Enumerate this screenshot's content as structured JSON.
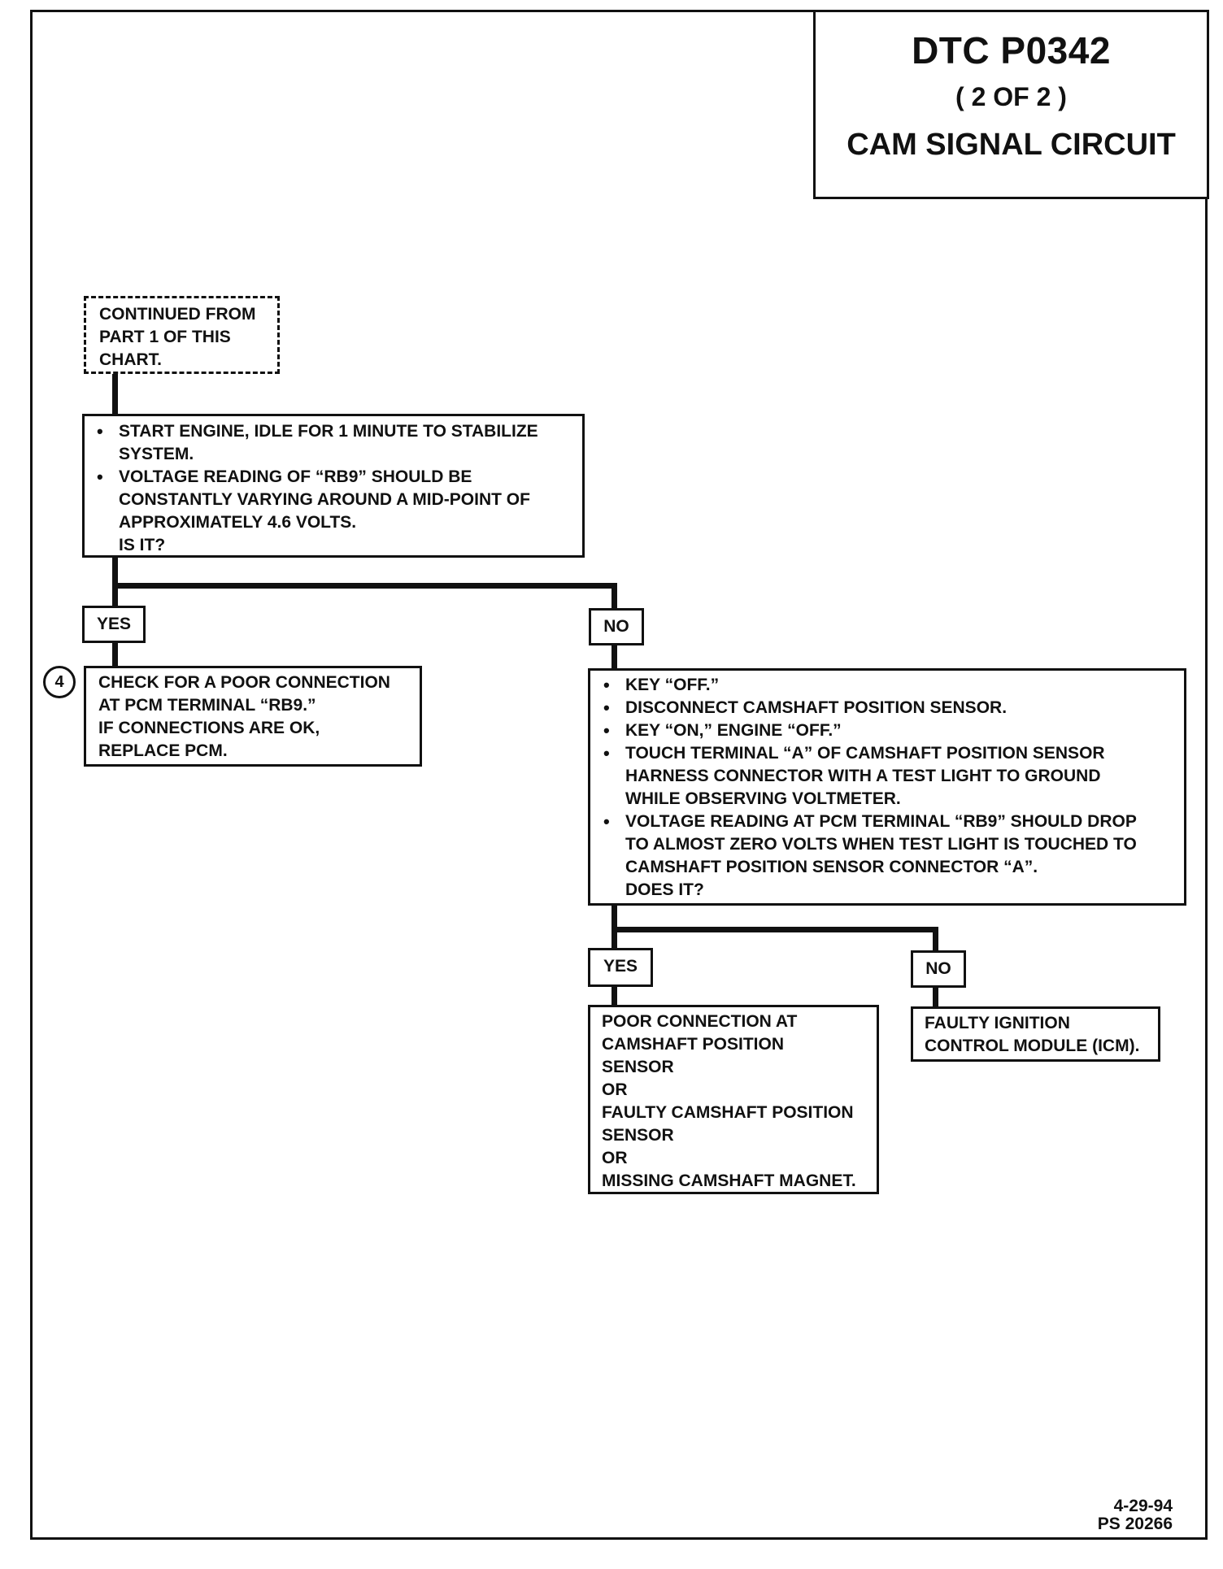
{
  "header": {
    "title": "DTC P0342",
    "part": "( 2 OF 2 )",
    "subtitle": "CAM SIGNAL CIRCUIT"
  },
  "continued": {
    "lines": [
      "CONTINUED FROM",
      "PART 1 OF THIS",
      "CHART."
    ]
  },
  "step1": {
    "bullets": [
      [
        "START ENGINE, IDLE FOR 1 MINUTE TO STABILIZE",
        "SYSTEM."
      ],
      [
        "VOLTAGE READING OF “RB9” SHOULD BE",
        "CONSTANTLY VARYING AROUND A MID-POINT OF",
        "APPROXIMATELY 4.6 VOLTS."
      ]
    ],
    "question": "IS IT?"
  },
  "branch1": {
    "yes_label": "YES",
    "no_label": "NO"
  },
  "yes_result": {
    "step_number": "4",
    "lines": [
      "CHECK FOR A POOR CONNECTION",
      "AT PCM TERMINAL “RB9.”",
      "IF CONNECTIONS ARE OK,",
      "REPLACE PCM."
    ]
  },
  "step2": {
    "bullets": [
      [
        "KEY “OFF.”"
      ],
      [
        "DISCONNECT CAMSHAFT POSITION SENSOR."
      ],
      [
        "KEY “ON,” ENGINE “OFF.”"
      ],
      [
        "TOUCH TERMINAL “A” OF CAMSHAFT POSITION SENSOR",
        "HARNESS CONNECTOR WITH A TEST LIGHT TO GROUND",
        "WHILE OBSERVING VOLTMETER."
      ],
      [
        "VOLTAGE READING AT PCM TERMINAL “RB9” SHOULD DROP",
        "TO ALMOST ZERO VOLTS WHEN TEST LIGHT IS TOUCHED TO",
        "CAMSHAFT POSITION SENSOR CONNECTOR “A”."
      ]
    ],
    "question": "DOES IT?"
  },
  "branch2": {
    "yes_label": "YES",
    "no_label": "NO"
  },
  "yes_result2": {
    "lines": [
      "POOR CONNECTION AT",
      "CAMSHAFT POSITION",
      "SENSOR",
      "OR",
      "FAULTY CAMSHAFT POSITION",
      "SENSOR",
      "OR",
      "MISSING CAMSHAFT MAGNET."
    ]
  },
  "no_result2": {
    "lines": [
      "FAULTY IGNITION",
      "CONTROL MODULE (ICM)."
    ]
  },
  "footer": {
    "date": "4-29-94",
    "code": "PS 20266"
  }
}
